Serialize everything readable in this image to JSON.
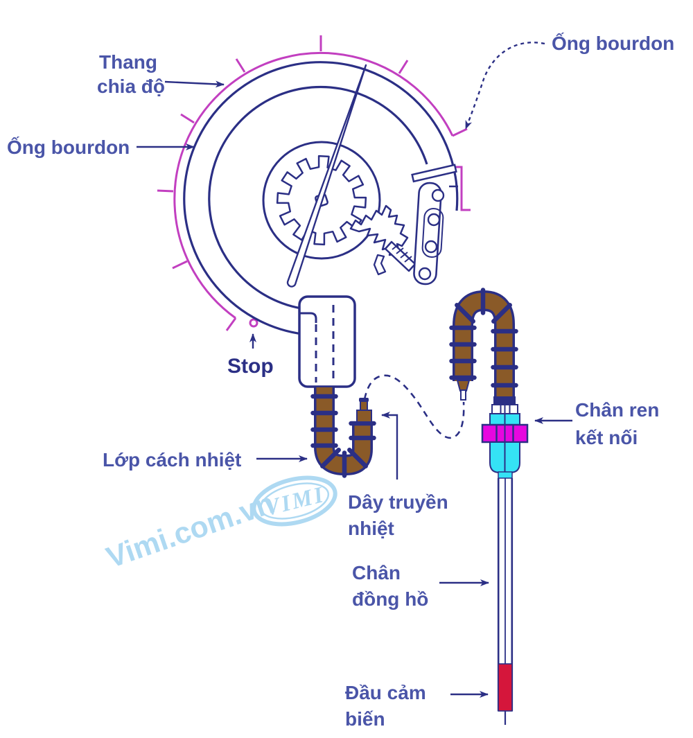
{
  "labels": {
    "scale": {
      "line1": "Thang",
      "line2": "chia độ"
    },
    "bourdon_top": {
      "text": "Ống bourdon"
    },
    "bourdon_left": {
      "text": "Ống bourdon"
    },
    "stop": {
      "text": "Stop"
    },
    "insulation": {
      "text": "Lớp cách nhiệt"
    },
    "heat_wire": {
      "line1": "Dây truyền",
      "line2": "nhiệt"
    },
    "thread": {
      "line1": "Chân ren",
      "line2": "kết nối"
    },
    "stem": {
      "line1": "Chân",
      "line2": "đồng hồ"
    },
    "sensor": {
      "line1": "Đầu cảm",
      "line2": "biến"
    }
  },
  "watermark": {
    "site": "Vimi.com.vn",
    "logo": "VIMI"
  },
  "colors": {
    "scale_magenta": "#C23FC0",
    "line_navy": "#2B2F85",
    "label_blue": "#4A55A8",
    "coil_brown": "#8A5A28",
    "fitting_cyan": "#35E2F5",
    "nut_magenta": "#E607DF",
    "sensor_red": "#D5163B",
    "watermark_blue": "#AED9F2"
  }
}
